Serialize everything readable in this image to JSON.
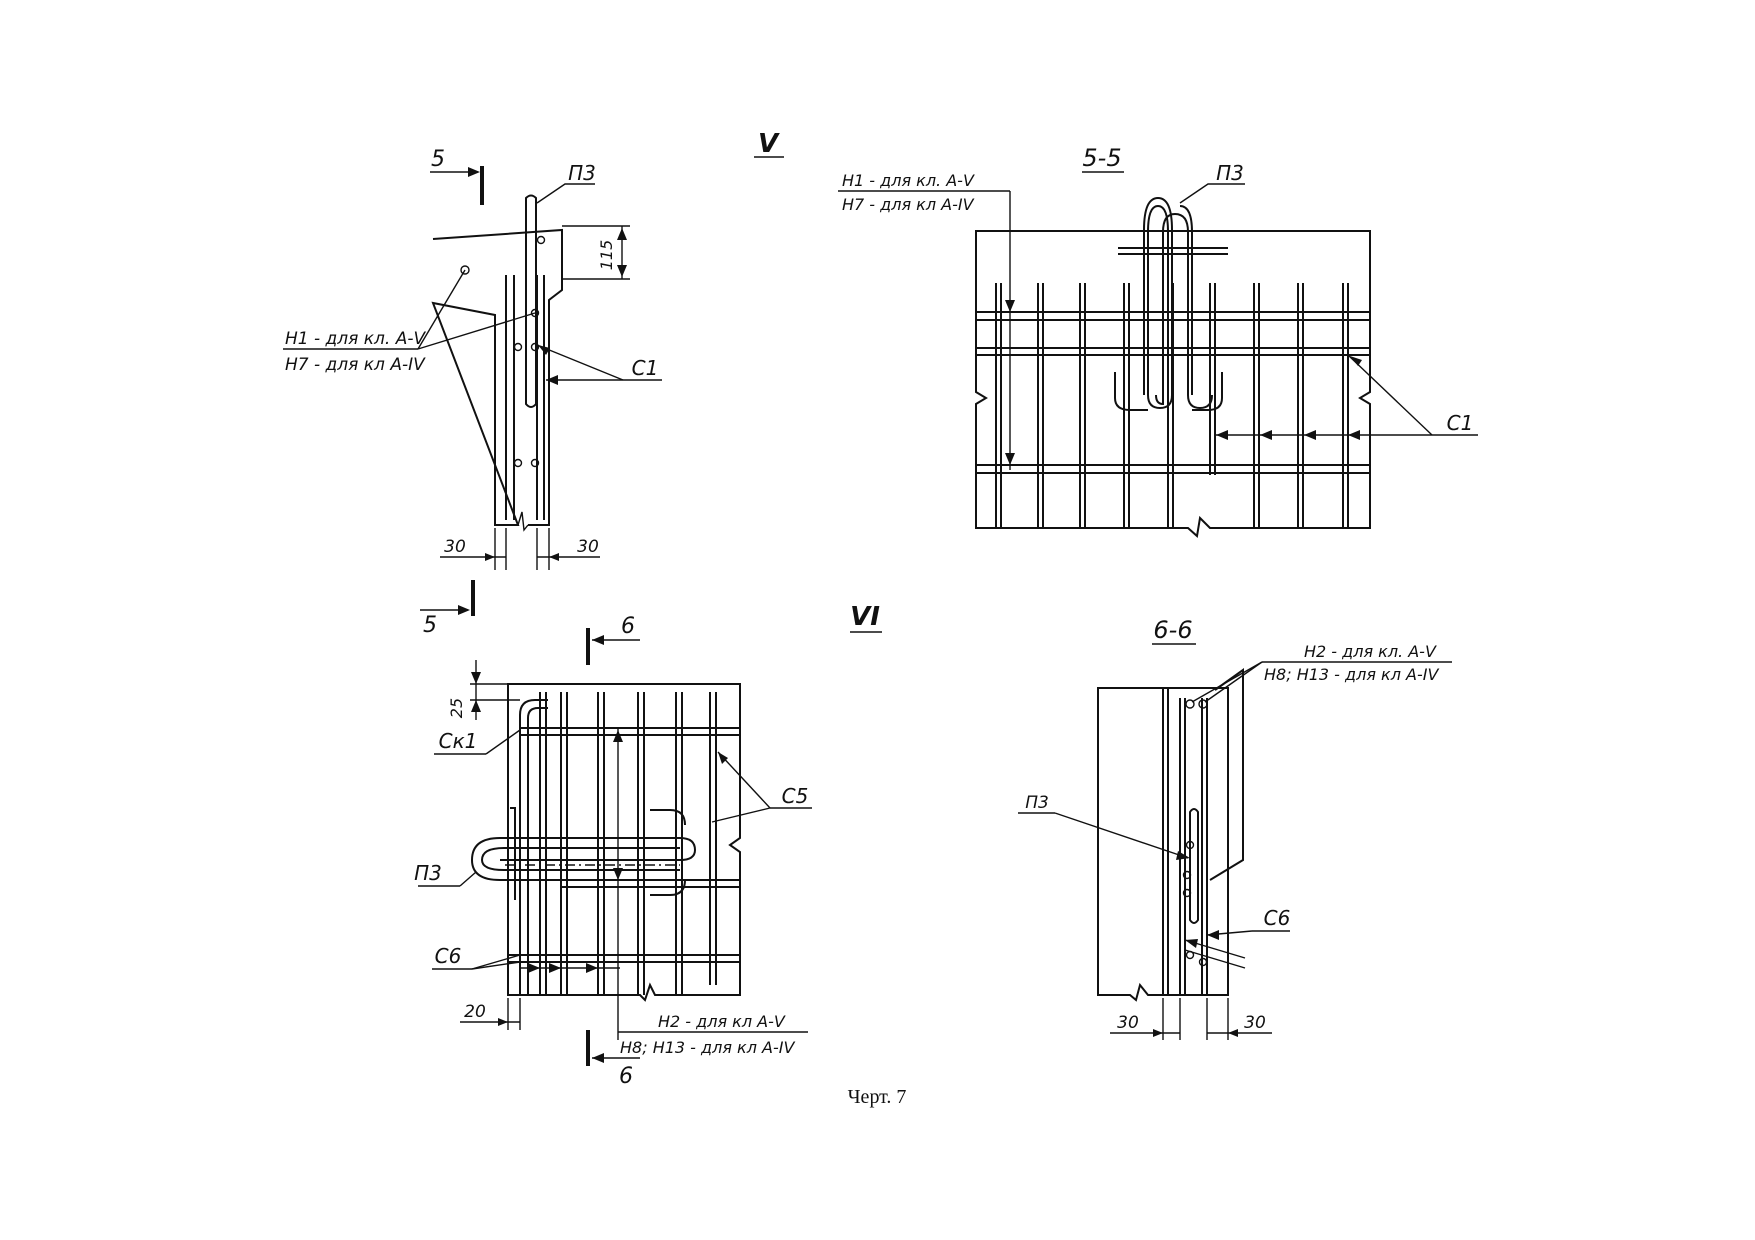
{
  "views": {
    "detail_v": {
      "title": "V",
      "cut_mark": "5",
      "bar_label": "П3",
      "dim_height": "115",
      "note_line1": "Н1 - для кл. А-V",
      "note_line2": "Н7 - для кл А-IV",
      "mesh_label": "С1",
      "dim_left": "30",
      "dim_right": "30"
    },
    "section_5_5": {
      "title": "5-5",
      "bar_label": "П3",
      "note_line1": "Н1 - для кл. А-V",
      "note_line2": "Н7 - для кл А-IV",
      "mesh_label": "С1"
    },
    "detail_vi": {
      "title": "VI",
      "cut_mark": "6",
      "dim_top": "25",
      "frame_label": "Ск1",
      "mesh_c5": "С5",
      "bar_label": "П3",
      "mesh_c6": "С6",
      "dim_bottom": "20",
      "note_line1": "Н2 - для кл А-V",
      "note_line2": "Н8; Н13 - для кл А-IV"
    },
    "section_6_6": {
      "title": "6-6",
      "note_line1": "Н2 - для кл. А-V",
      "note_line2": "Н8; Н13 - для кл А-IV",
      "bar_label": "П3",
      "mesh_c6": "С6",
      "dim_left": "30",
      "dim_right": "30"
    }
  },
  "caption": "Черт. 7"
}
